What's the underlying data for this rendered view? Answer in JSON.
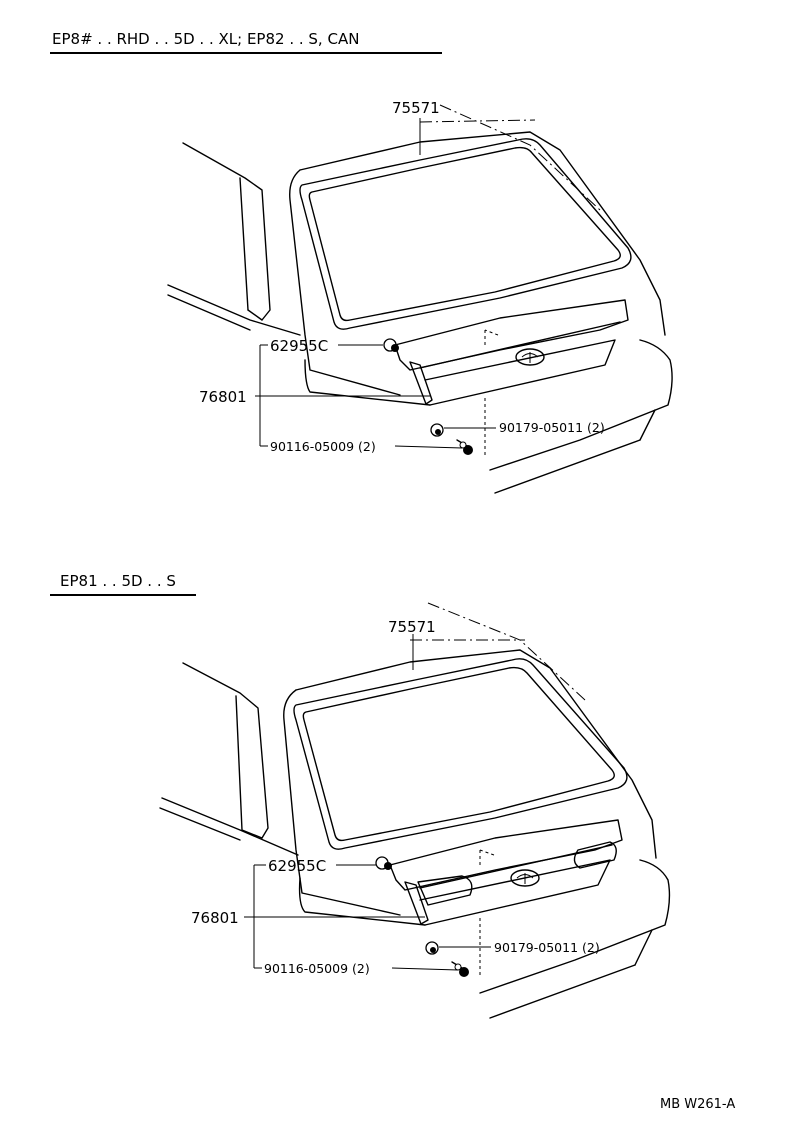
{
  "sections": [
    {
      "header": "EP8# . . RHD . . 5D . . XL; EP82 . . S, CAN",
      "parts": {
        "glass_weatherstrip": "75571",
        "clip_a": "62955C",
        "garnish": "76801",
        "nut_90179": "90179-05011 (2)",
        "bolt_90116": "90116-05009 (2)"
      }
    },
    {
      "header": "EP81 . . 5D . . S",
      "parts": {
        "glass_weatherstrip": "75571",
        "clip_a": "62955C",
        "garnish": "76801",
        "nut_90179": "90179-05011 (2)",
        "bolt_90116": "90116-05009 (2)"
      }
    }
  ],
  "footer_code": "MB W261-A"
}
